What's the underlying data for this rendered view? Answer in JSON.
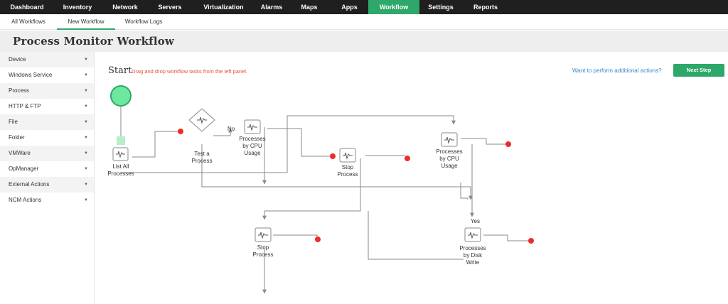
{
  "topnav": {
    "tabs": [
      {
        "label": "Dashboard"
      },
      {
        "label": "Inventory"
      },
      {
        "label": "Network"
      },
      {
        "label": "Servers"
      },
      {
        "label": "Virtualization"
      },
      {
        "label": "Alarms"
      },
      {
        "label": "Maps"
      },
      {
        "label": "Apps"
      },
      {
        "label": "Workflow",
        "active": true
      },
      {
        "label": "Settings"
      },
      {
        "label": "Reports"
      }
    ]
  },
  "subnav": {
    "tabs": [
      {
        "label": "All Workflows"
      },
      {
        "label": "New Workflow",
        "active": true
      },
      {
        "label": "Workflow Logs"
      }
    ]
  },
  "page": {
    "title": "Process Monitor Workflow"
  },
  "sidebar": {
    "items": [
      {
        "label": "Device"
      },
      {
        "label": "Windows Service"
      },
      {
        "label": "Process"
      },
      {
        "label": "HTTP & FTP"
      },
      {
        "label": "File"
      },
      {
        "label": "Folder"
      },
      {
        "label": "VMWare"
      },
      {
        "label": "OpManager"
      },
      {
        "label": "External Actions"
      },
      {
        "label": "NCM Actions"
      }
    ]
  },
  "canvas": {
    "start_label": "Start",
    "hint": "Drag and drop workflow tasks from the left panel.",
    "more_actions": "Want to perform additional actions?",
    "next_step": "Next Step"
  },
  "workflow": {
    "nodes": [
      {
        "id": "list-all",
        "label_lines": [
          "List All",
          "Processes"
        ],
        "icon": "list-icon"
      },
      {
        "id": "test-process",
        "label_lines": [
          "Test a",
          "Process"
        ],
        "icon": "condition-icon"
      },
      {
        "id": "cpu-1",
        "label_lines": [
          "Processes",
          "by CPU",
          "Usage"
        ],
        "icon": "cpu-icon"
      },
      {
        "id": "stop-1",
        "label_lines": [
          "Stop",
          "Process"
        ],
        "icon": "stop-icon"
      },
      {
        "id": "cpu-2",
        "label_lines": [
          "Processes",
          "by CPU",
          "Usage"
        ],
        "icon": "cpu-icon"
      },
      {
        "id": "stop-2",
        "label_lines": [
          "Stop",
          "Process"
        ],
        "icon": "stop-icon"
      },
      {
        "id": "disk-write",
        "label_lines": [
          "Processes",
          "by Disk",
          "Write"
        ],
        "icon": "disk-icon"
      }
    ],
    "edge_labels": {
      "no": "No",
      "yes": "Yes"
    },
    "colors": {
      "start": "#6ee7a0",
      "accent": "#2ea86a",
      "end_dot": "#ee2b2b",
      "edge": "#8a8a8a"
    }
  }
}
